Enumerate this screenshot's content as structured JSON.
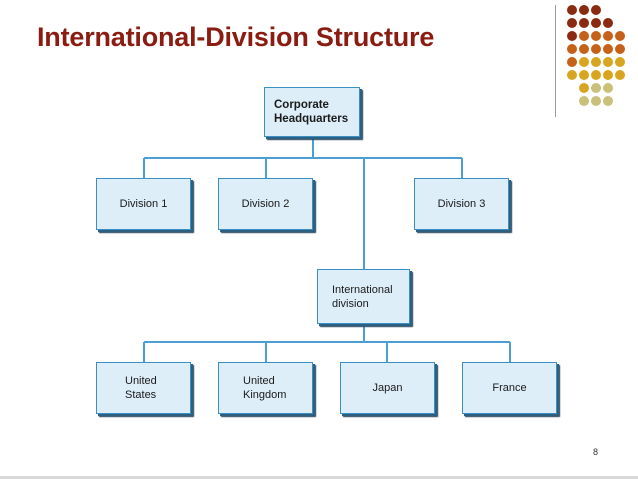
{
  "slide": {
    "title": "International-Division Structure",
    "page_number": "8"
  },
  "colors": {
    "title": "#8a1c12",
    "box_fill": "#ddeef9",
    "box_border": "#3a8fc4",
    "connector": "#4b9fd5",
    "dot_dark": "#8a2a10",
    "dot_orange": "#c6611a",
    "dot_gold": "#d9a520",
    "dot_olive": "#c9c07a"
  },
  "org_chart": {
    "headquarters": {
      "label": "Corporate\nHeadquarters"
    },
    "divisions": [
      {
        "label": "Division 1"
      },
      {
        "label": "Division 2"
      },
      {
        "label": "Division 3"
      }
    ],
    "international_division": {
      "label": "International\ndivision"
    },
    "countries": [
      {
        "label": "United\nStates"
      },
      {
        "label": "United\nKingdom"
      },
      {
        "label": "Japan"
      },
      {
        "label": "France"
      }
    ]
  }
}
